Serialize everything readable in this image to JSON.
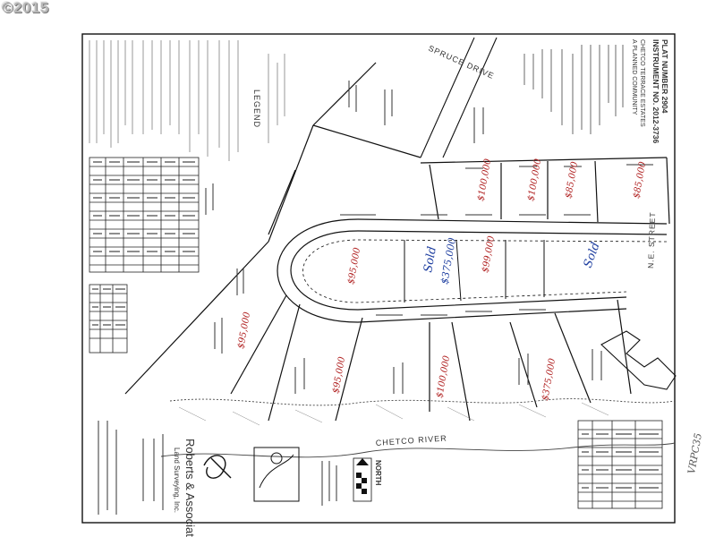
{
  "copyright": "©2015",
  "plat": {
    "title_line1": "PLAT NUMBER 2904",
    "title_line2": "INSTRUMENT NO. 2012-3736",
    "subdivision": "CHETCO TERRACE ESTATES",
    "subdivision_sub": "A PLANNED COMMUNITY",
    "road_spruce": "SPRUCE DRIVE",
    "road_street": "N.E. STREET",
    "river": "CHETCO RIVER",
    "legend_heading": "LEGEND",
    "north_label": "NORTH",
    "surveyor_firm": "Roberts & Associates",
    "surveyor_sub": "Land Surveying, Inc.",
    "handwritten": {
      "sold_1": "Sold",
      "sold_2": "Sold",
      "sold_price": "$375,000",
      "prices": [
        "$100,000",
        "$100,000",
        "$85,000",
        "$85,000",
        "$95,000",
        "$99,000",
        "$95,000",
        "$95,000",
        "$100,000"
      ],
      "right_edge": "VRPC35"
    }
  }
}
